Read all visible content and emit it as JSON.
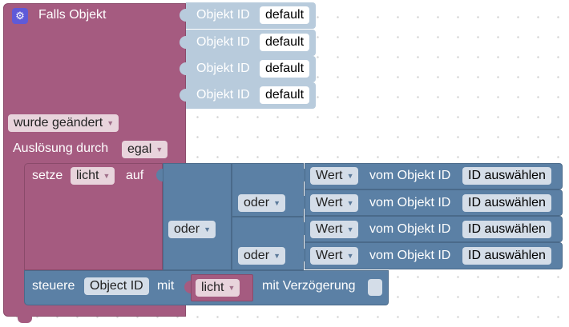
{
  "trigger": {
    "title": "Falls Objekt",
    "changed_option": "wurde geändert",
    "triggered_by_label": "Auslösung durch",
    "triggered_by_option": "egal",
    "object_inputs": [
      {
        "label": "Objekt ID",
        "value": "default"
      },
      {
        "label": "Objekt ID",
        "value": "default"
      },
      {
        "label": "Objekt ID",
        "value": "default"
      },
      {
        "label": "Objekt ID",
        "value": "default"
      }
    ]
  },
  "set_block": {
    "prefix": "setze",
    "variable": "licht",
    "suffix": "auf",
    "or_outer": "oder",
    "or_inner_top": "oder",
    "or_inner_bottom": "oder",
    "value_rows": [
      {
        "type_option": "Wert",
        "from_label": "vom Objekt ID",
        "select_label": "ID auswählen"
      },
      {
        "type_option": "Wert",
        "from_label": "vom Objekt ID",
        "select_label": "ID auswählen"
      },
      {
        "type_option": "Wert",
        "from_label": "vom Objekt ID",
        "select_label": "ID auswählen"
      },
      {
        "type_option": "Wert",
        "from_label": "vom Objekt ID",
        "select_label": "ID auswählen"
      }
    ]
  },
  "control_block": {
    "prefix": "steuere",
    "object_id": "Object ID",
    "with_label": "mit",
    "variable": "licht",
    "delay_label": "mit Verzögerung"
  },
  "colors": {
    "event_block": "#a55b80",
    "logic_block": "#5b80a5",
    "object_input_block": "#b8cbdc",
    "value_block": "#5b80a5"
  }
}
